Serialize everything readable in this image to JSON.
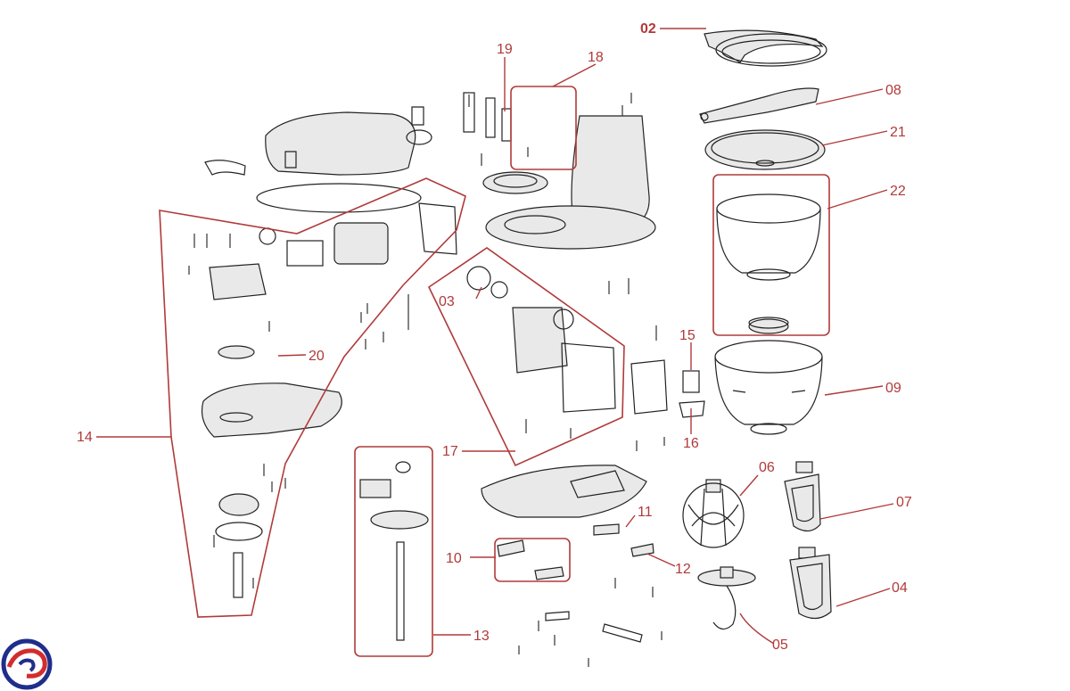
{
  "accent_color": "#b03a3a",
  "logo_icon": "swirl-logo-icon",
  "callouts": [
    {
      "id": "02",
      "label": "02"
    },
    {
      "id": "03",
      "label": "03"
    },
    {
      "id": "04",
      "label": "04"
    },
    {
      "id": "05",
      "label": "05"
    },
    {
      "id": "06",
      "label": "06"
    },
    {
      "id": "07",
      "label": "07"
    },
    {
      "id": "08",
      "label": "08"
    },
    {
      "id": "09",
      "label": "09"
    },
    {
      "id": "10",
      "label": "10"
    },
    {
      "id": "11",
      "label": "11"
    },
    {
      "id": "12",
      "label": "12"
    },
    {
      "id": "13",
      "label": "13"
    },
    {
      "id": "14",
      "label": "14"
    },
    {
      "id": "15",
      "label": "15"
    },
    {
      "id": "16",
      "label": "16"
    },
    {
      "id": "17",
      "label": "17"
    },
    {
      "id": "18",
      "label": "18"
    },
    {
      "id": "19",
      "label": "19"
    },
    {
      "id": "20",
      "label": "20"
    },
    {
      "id": "21",
      "label": "21"
    },
    {
      "id": "22",
      "label": "22"
    }
  ]
}
